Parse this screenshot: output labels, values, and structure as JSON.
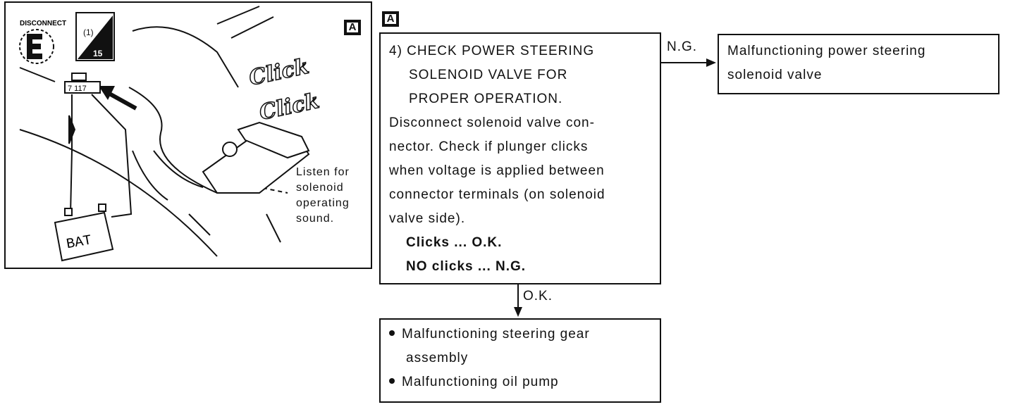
{
  "illustration": {
    "badge": "A",
    "disconnect_label": "DISCONNECT",
    "connector_label": "7 117",
    "battery_label": "BAT",
    "sound_text": "Click",
    "caption_lines": [
      "Listen for",
      "solenoid",
      "operating",
      "sound."
    ]
  },
  "flowchart": {
    "badge": "A",
    "check_step": {
      "title_lines": [
        "4) CHECK POWER STEERING",
        "SOLENOID VALVE FOR",
        "PROPER OPERATION."
      ],
      "body_lines": [
        "Disconnect solenoid valve con-",
        "nector. Check if plunger clicks",
        "when voltage is applied between",
        "connector terminals (on solenoid",
        "valve side)."
      ],
      "result_ok": "Clicks ... O.K.",
      "result_ng": "NO clicks ... N.G."
    },
    "ng_label": "N.G.",
    "ng_result_lines": [
      "Malfunctioning power steering",
      "solenoid valve"
    ],
    "ok_label": "O.K.",
    "ok_results": [
      {
        "lines": [
          "Malfunctioning steering gear",
          "assembly"
        ]
      },
      {
        "lines": [
          "Malfunctioning oil pump"
        ]
      }
    ]
  }
}
